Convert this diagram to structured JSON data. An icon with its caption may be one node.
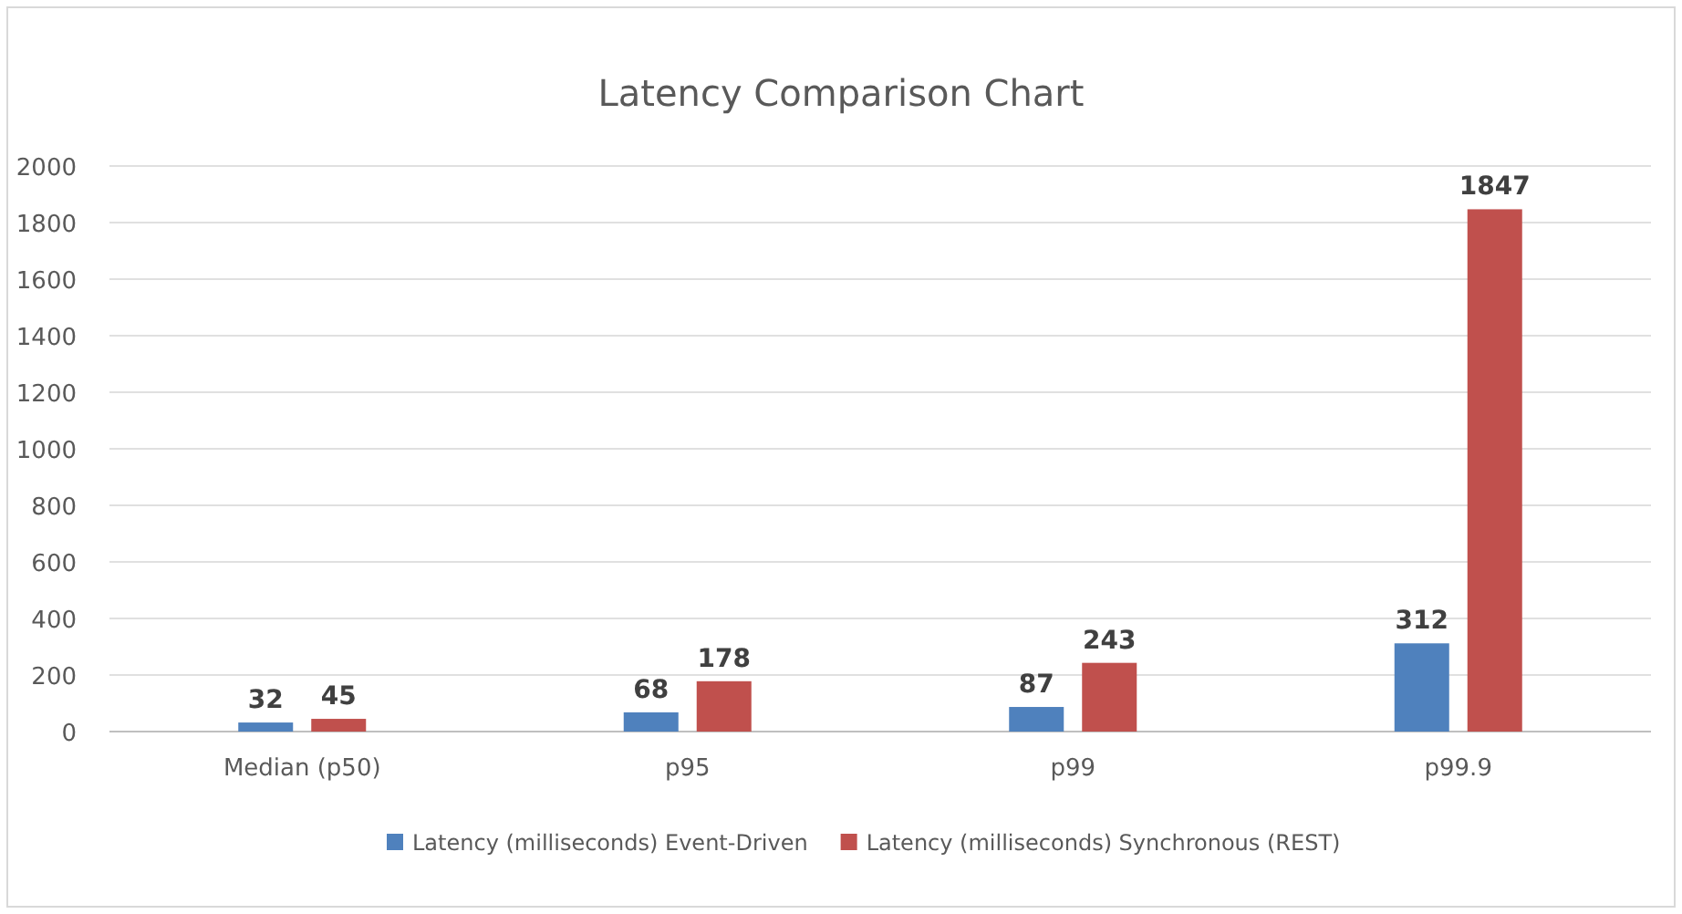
{
  "diagram": {
    "chart_data": {
      "type": "bar",
      "title": "Latency Comparison Chart",
      "categories": [
        "Median (p50)",
        "p95",
        "p99",
        "p99.9"
      ],
      "series": [
        {
          "name": "Latency (milliseconds) Event-Driven",
          "color": "#4f81bd",
          "values": [
            32,
            68,
            87,
            312
          ]
        },
        {
          "name": "Latency (milliseconds) Synchronous (REST)",
          "color": "#c0504d",
          "values": [
            45,
            178,
            243,
            1847
          ]
        }
      ],
      "ylim": [
        0,
        2000
      ],
      "yticks": [
        0,
        200,
        400,
        600,
        800,
        1000,
        1200,
        1400,
        1600,
        1800,
        2000
      ],
      "data_labels": true,
      "grid": true,
      "legend": "bottom"
    }
  }
}
